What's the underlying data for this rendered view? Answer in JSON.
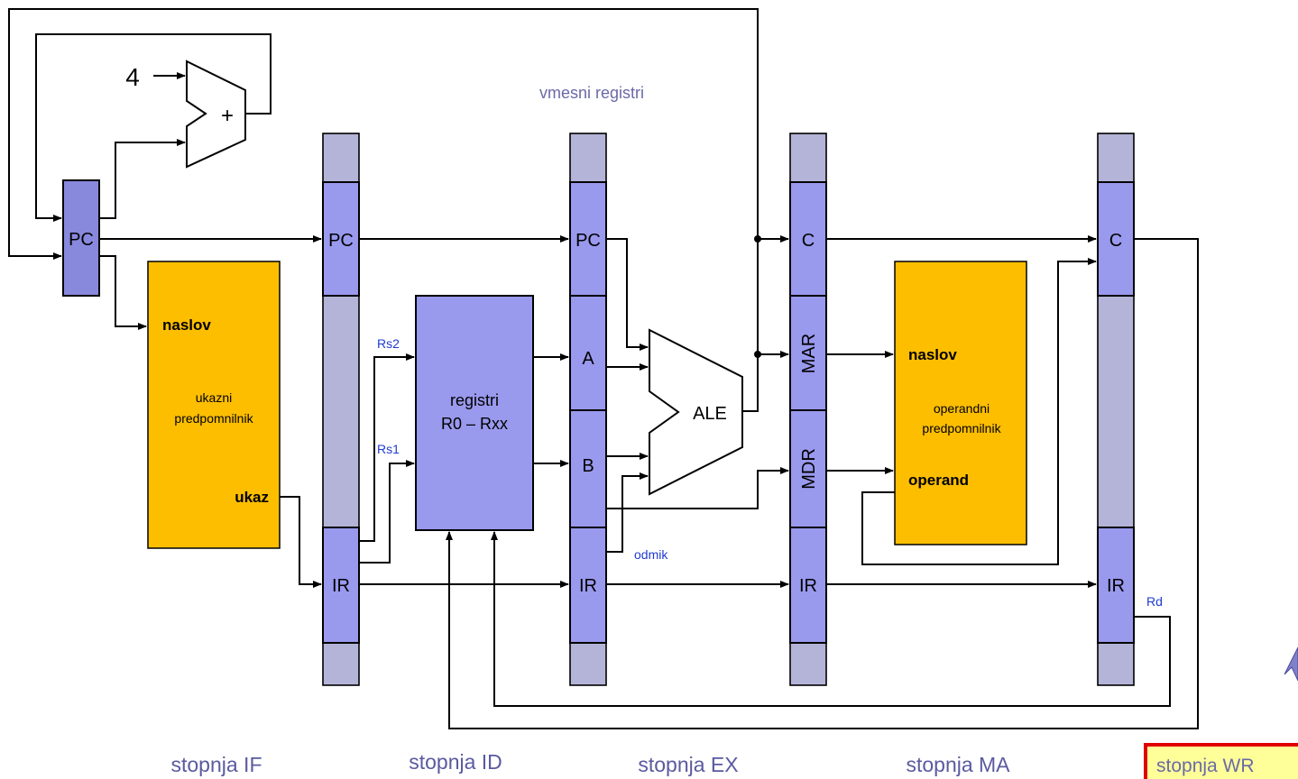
{
  "diagram": {
    "adder": {
      "input_constant": "4",
      "operator": "+"
    },
    "intermediate_registers_label": "vmesni registri",
    "instruction_cache": {
      "address_label": "naslov",
      "name_line1": "ukazni",
      "name_line2": "predpomnilnik",
      "output_label": "ukaz"
    },
    "register_file": {
      "name_line1": "registri",
      "name_line2": "R0 – Rxx"
    },
    "alu_label": "ALE",
    "operand_cache": {
      "address_label": "naslov",
      "name_line1": "operandni",
      "name_line2": "predpomnilnik",
      "data_label": "operand"
    },
    "registers": {
      "pc": "PC",
      "ir": "IR",
      "a": "A",
      "b": "B",
      "c": "C",
      "mar": "MAR",
      "mdr": "MDR"
    },
    "signals": {
      "rs1": "Rs1",
      "rs2": "Rs2",
      "offset": "odmik",
      "rd": "Rd"
    },
    "stages": [
      "stopnja IF",
      "stopnja ID",
      "stopnja EX",
      "stopnja MA",
      "stopnja WR"
    ],
    "highlighted_stage_index": 4,
    "colors": {
      "register_strip": "#b4b4d8",
      "register_box": "#9999ee",
      "cache_fill": "#fdbe00",
      "stage_text": "#5a5aa0",
      "signal_text": "#1f3bd1",
      "highlight_border": "#e00000",
      "highlight_fill": "#ffff99"
    }
  }
}
